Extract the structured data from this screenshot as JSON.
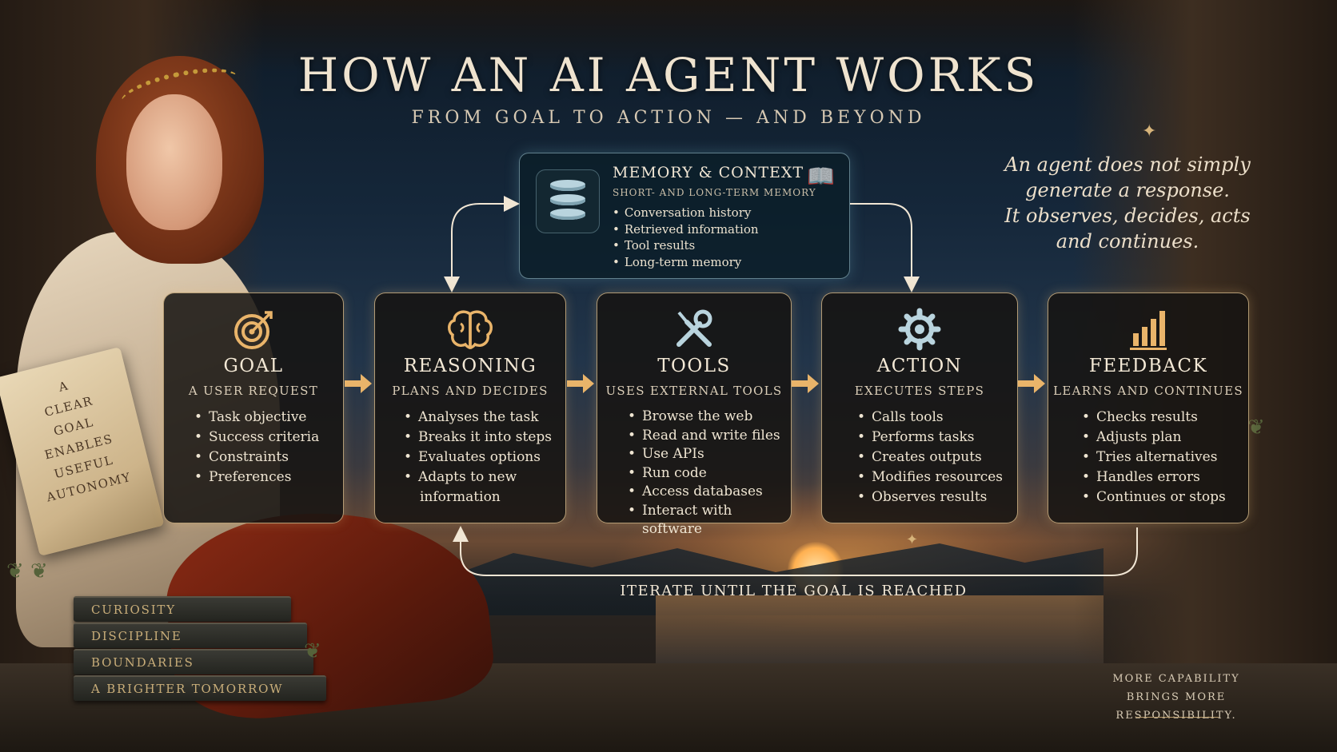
{
  "header": {
    "title": "HOW AN AI AGENT WORKS",
    "subtitle": "FROM GOAL TO ACTION — AND BEYOND"
  },
  "memory": {
    "title": "MEMORY & CONTEXT",
    "subtitle": "SHORT- AND LONG-TERM MEMORY",
    "items": [
      "Conversation history",
      "Retrieved information",
      "Tool results",
      "Long-term memory"
    ],
    "icon": "database-icon"
  },
  "cards": [
    {
      "title": "GOAL",
      "subtitle": "A USER REQUEST",
      "icon": "target-icon",
      "items": [
        "Task objective",
        "Success criteria",
        "Constraints",
        "Preferences"
      ]
    },
    {
      "title": "REASONING",
      "subtitle": "PLANS AND DECIDES",
      "icon": "brain-icon",
      "items": [
        "Analyses the task",
        "Breaks it into steps",
        "Evaluates options",
        "Adapts to new",
        "information"
      ]
    },
    {
      "title": "TOOLS",
      "subtitle": "USES EXTERNAL TOOLS",
      "icon": "wrench-screwdriver-icon",
      "items": [
        "Browse the web",
        "Read and write files",
        "Use APIs",
        "Run code",
        "Access databases",
        "Interact with software"
      ]
    },
    {
      "title": "ACTION",
      "subtitle": "EXECUTES STEPS",
      "icon": "gear-icon",
      "items": [
        "Calls tools",
        "Performs tasks",
        "Creates outputs",
        "Modifies resources",
        "Observes results"
      ]
    },
    {
      "title": "FEEDBACK",
      "subtitle": "LEARNS AND CONTINUES",
      "icon": "bar-chart-icon",
      "items": [
        "Checks results",
        "Adjusts plan",
        "Tries alternatives",
        "Handles errors",
        "Continues or stops"
      ]
    }
  ],
  "loop_label": "ITERATE UNTIL THE GOAL IS REACHED",
  "quote": {
    "lines": [
      "An agent does not simply",
      "generate a response.",
      "It observes, decides, acts",
      "and continues."
    ]
  },
  "scroll": {
    "lines": [
      "A",
      "CLEAR",
      "GOAL",
      "ENABLES",
      "USEFUL",
      "AUTONOMY"
    ]
  },
  "books": [
    "CURIOSITY",
    "DISCIPLINE",
    "BOUNDARIES",
    "A BRIGHTER TOMORROW"
  ],
  "footer": {
    "line1": "MORE CAPABILITY",
    "line2": "BRINGS MORE RESPONSIBILITY."
  },
  "colors": {
    "accent": "#e9b46a",
    "card_border": "#e8c896",
    "memory_border": "#aad2dc"
  }
}
